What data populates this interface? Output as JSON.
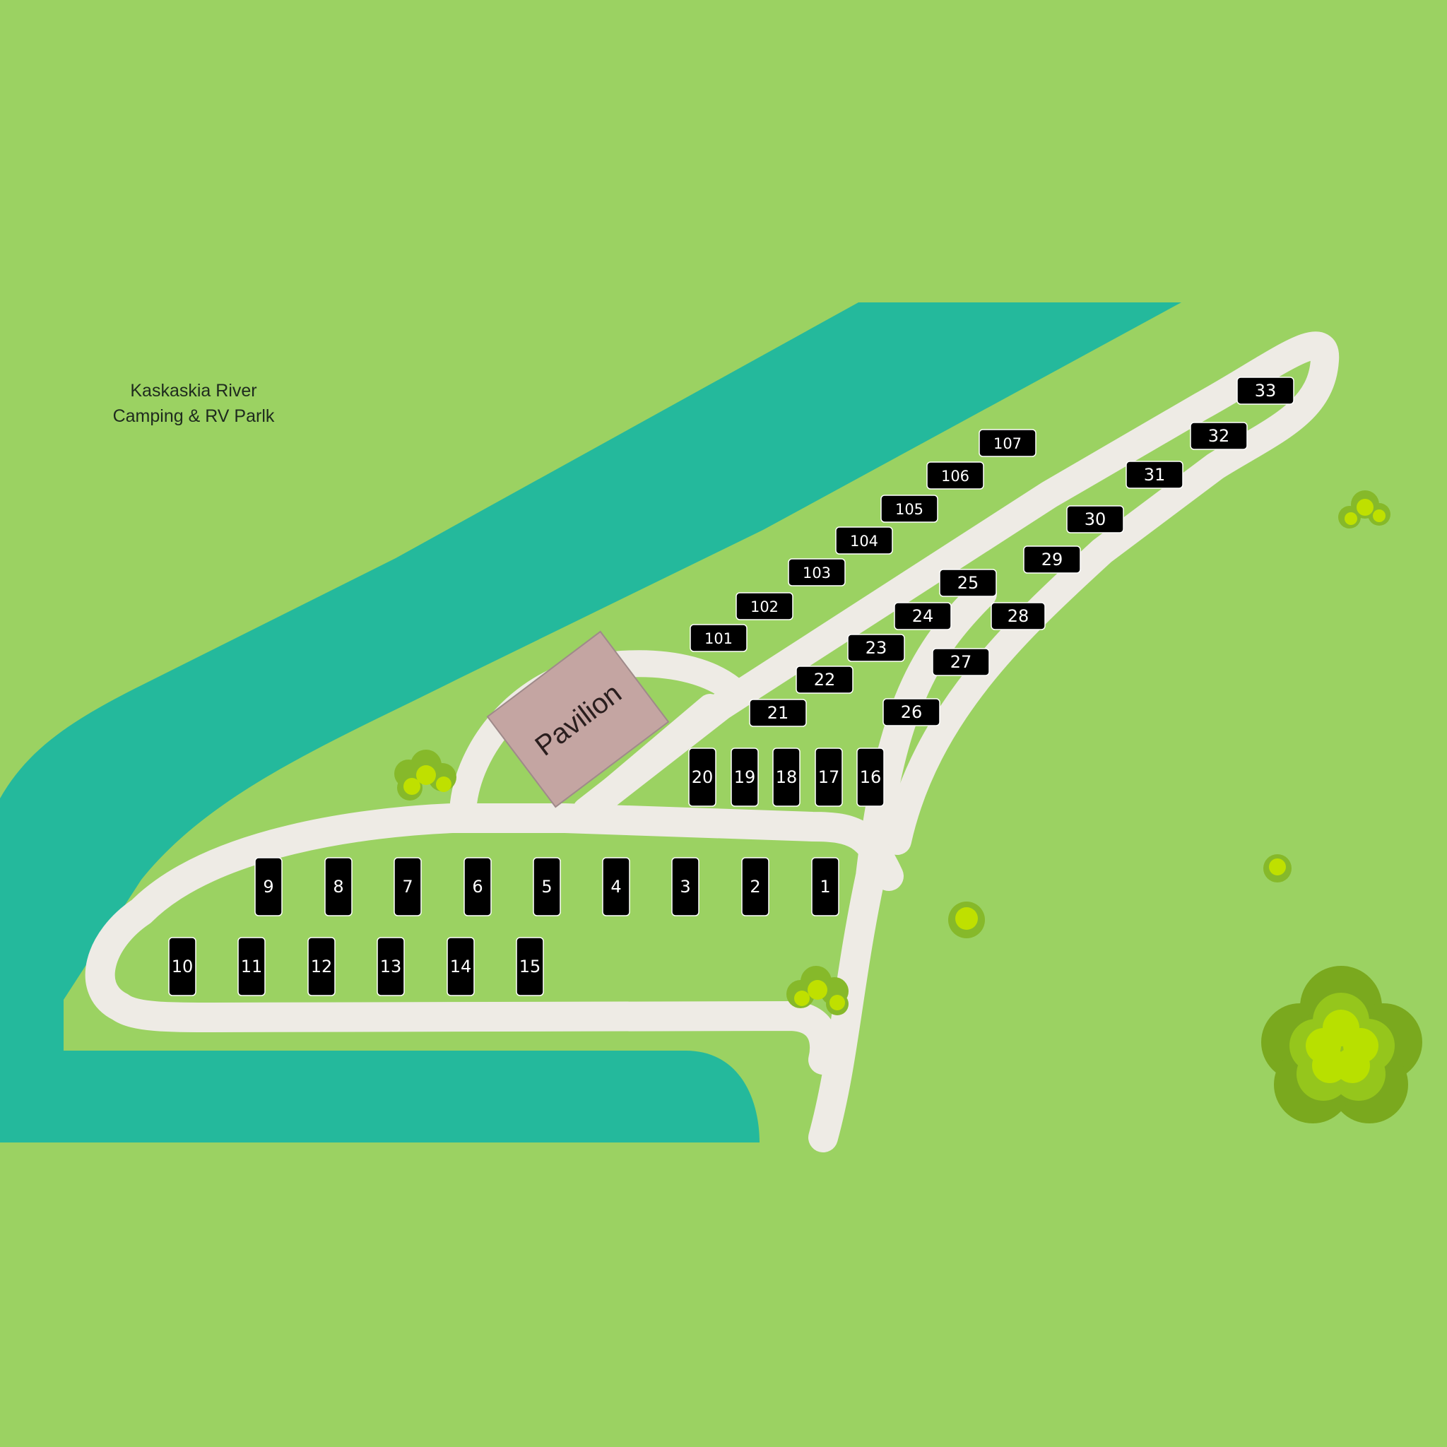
{
  "title": {
    "line1": "Kaskaskia River",
    "line2": "Camping & RV Parlk"
  },
  "pavilion": {
    "label": "Pavilion"
  },
  "colors": {
    "grass": "#9bd262",
    "river": "#24b99c",
    "road": "#eeebe5",
    "site": "#000000",
    "pavilion": "#c4a5a2",
    "bush_dark": "#86b92a",
    "bush_light": "#bfe000",
    "tree_dark": "#7aa91e",
    "tree_mid": "#95c61c",
    "tree_light": "#b8e000"
  },
  "icons": {
    "bush": "bush-icon",
    "tree": "tree-icon"
  },
  "sites": [
    {
      "id": "1",
      "label": "1"
    },
    {
      "id": "2",
      "label": "2"
    },
    {
      "id": "3",
      "label": "3"
    },
    {
      "id": "4",
      "label": "4"
    },
    {
      "id": "5",
      "label": "5"
    },
    {
      "id": "6",
      "label": "6"
    },
    {
      "id": "7",
      "label": "7"
    },
    {
      "id": "8",
      "label": "8"
    },
    {
      "id": "9",
      "label": "9"
    },
    {
      "id": "10",
      "label": "10"
    },
    {
      "id": "11",
      "label": "11"
    },
    {
      "id": "12",
      "label": "12"
    },
    {
      "id": "13",
      "label": "13"
    },
    {
      "id": "14",
      "label": "14"
    },
    {
      "id": "15",
      "label": "15"
    },
    {
      "id": "16",
      "label": "16"
    },
    {
      "id": "17",
      "label": "17"
    },
    {
      "id": "18",
      "label": "18"
    },
    {
      "id": "19",
      "label": "19"
    },
    {
      "id": "20",
      "label": "20"
    },
    {
      "id": "21",
      "label": "21"
    },
    {
      "id": "22",
      "label": "22"
    },
    {
      "id": "23",
      "label": "23"
    },
    {
      "id": "24",
      "label": "24"
    },
    {
      "id": "25",
      "label": "25"
    },
    {
      "id": "26",
      "label": "26"
    },
    {
      "id": "27",
      "label": "27"
    },
    {
      "id": "28",
      "label": "28"
    },
    {
      "id": "29",
      "label": "29"
    },
    {
      "id": "30",
      "label": "30"
    },
    {
      "id": "31",
      "label": "31"
    },
    {
      "id": "32",
      "label": "32"
    },
    {
      "id": "33",
      "label": "33"
    },
    {
      "id": "101",
      "label": "101"
    },
    {
      "id": "102",
      "label": "102"
    },
    {
      "id": "103",
      "label": "103"
    },
    {
      "id": "104",
      "label": "104"
    },
    {
      "id": "105",
      "label": "105"
    },
    {
      "id": "106",
      "label": "106"
    },
    {
      "id": "107",
      "label": "107"
    }
  ]
}
